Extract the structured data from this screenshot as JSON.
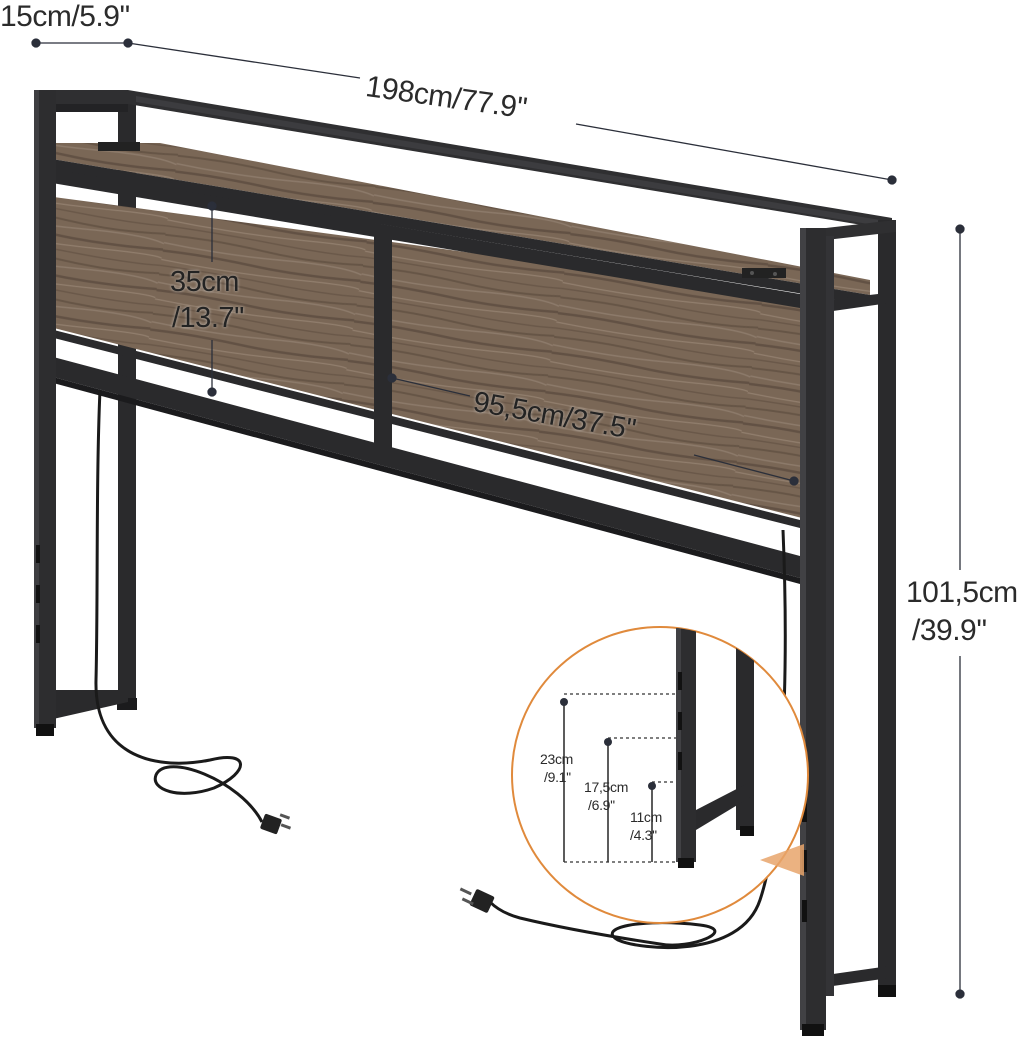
{
  "dimensions": {
    "depth": "15cm/5.9''",
    "width": "198cm/77.9''",
    "panel_height_cm": "35cm",
    "panel_height_in": "/13.7''",
    "panel_width": "95,5cm/37.5''",
    "total_height_cm": "101,5cm",
    "total_height_in": "/39.9''"
  },
  "inset": {
    "h1_cm": "23cm",
    "h1_in": "/9.1''",
    "h2_cm": "17,5cm",
    "h2_in": "/6.9''",
    "h3_cm": "11cm",
    "h3_in": "/4.3''"
  },
  "colors": {
    "frame": "#2a2a2c",
    "wood": "#7b6a5a",
    "accent": "#e08a3c",
    "dimension_line": "#2b2f3a"
  }
}
